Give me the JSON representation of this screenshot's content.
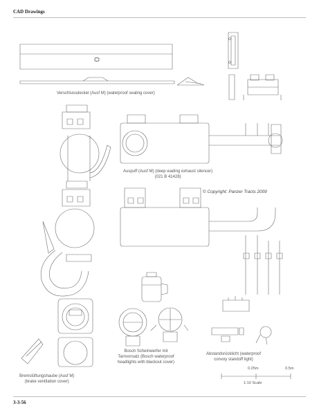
{
  "header": {
    "title": "CAD Drawings"
  },
  "footer": {
    "page_number": "3-3-56"
  },
  "copyright": "© Copyright: Panzer Tracts 2009",
  "captions": {
    "sealing_cover": "Verschlussdeckel (Ausf M) (waterproof sealing cover)",
    "exhaust_silencer": [
      "Auspuff (Ausf M) (deep wading exhaust silencer)",
      "(021 B 41428)"
    ],
    "headlights": [
      "Bosch Scheinwerfer mit",
      "Tarnvorsatz (Bosch waterproof",
      "headlights with blackout cover)"
    ],
    "brake_cover": [
      "Bremslüftungshaube (Ausf M)",
      "(brake ventilation cover)"
    ],
    "standoff_light": [
      "Abstandsrücklicht (waterproof",
      "convoy standoff light)"
    ]
  },
  "scale_bar": {
    "tick_0": "0.25m",
    "tick_1": "0.5m",
    "label": "1:10 Scale"
  },
  "colors": {
    "line": "#6a6a6a",
    "text": "#555555",
    "rule": "#bbbbbb"
  }
}
